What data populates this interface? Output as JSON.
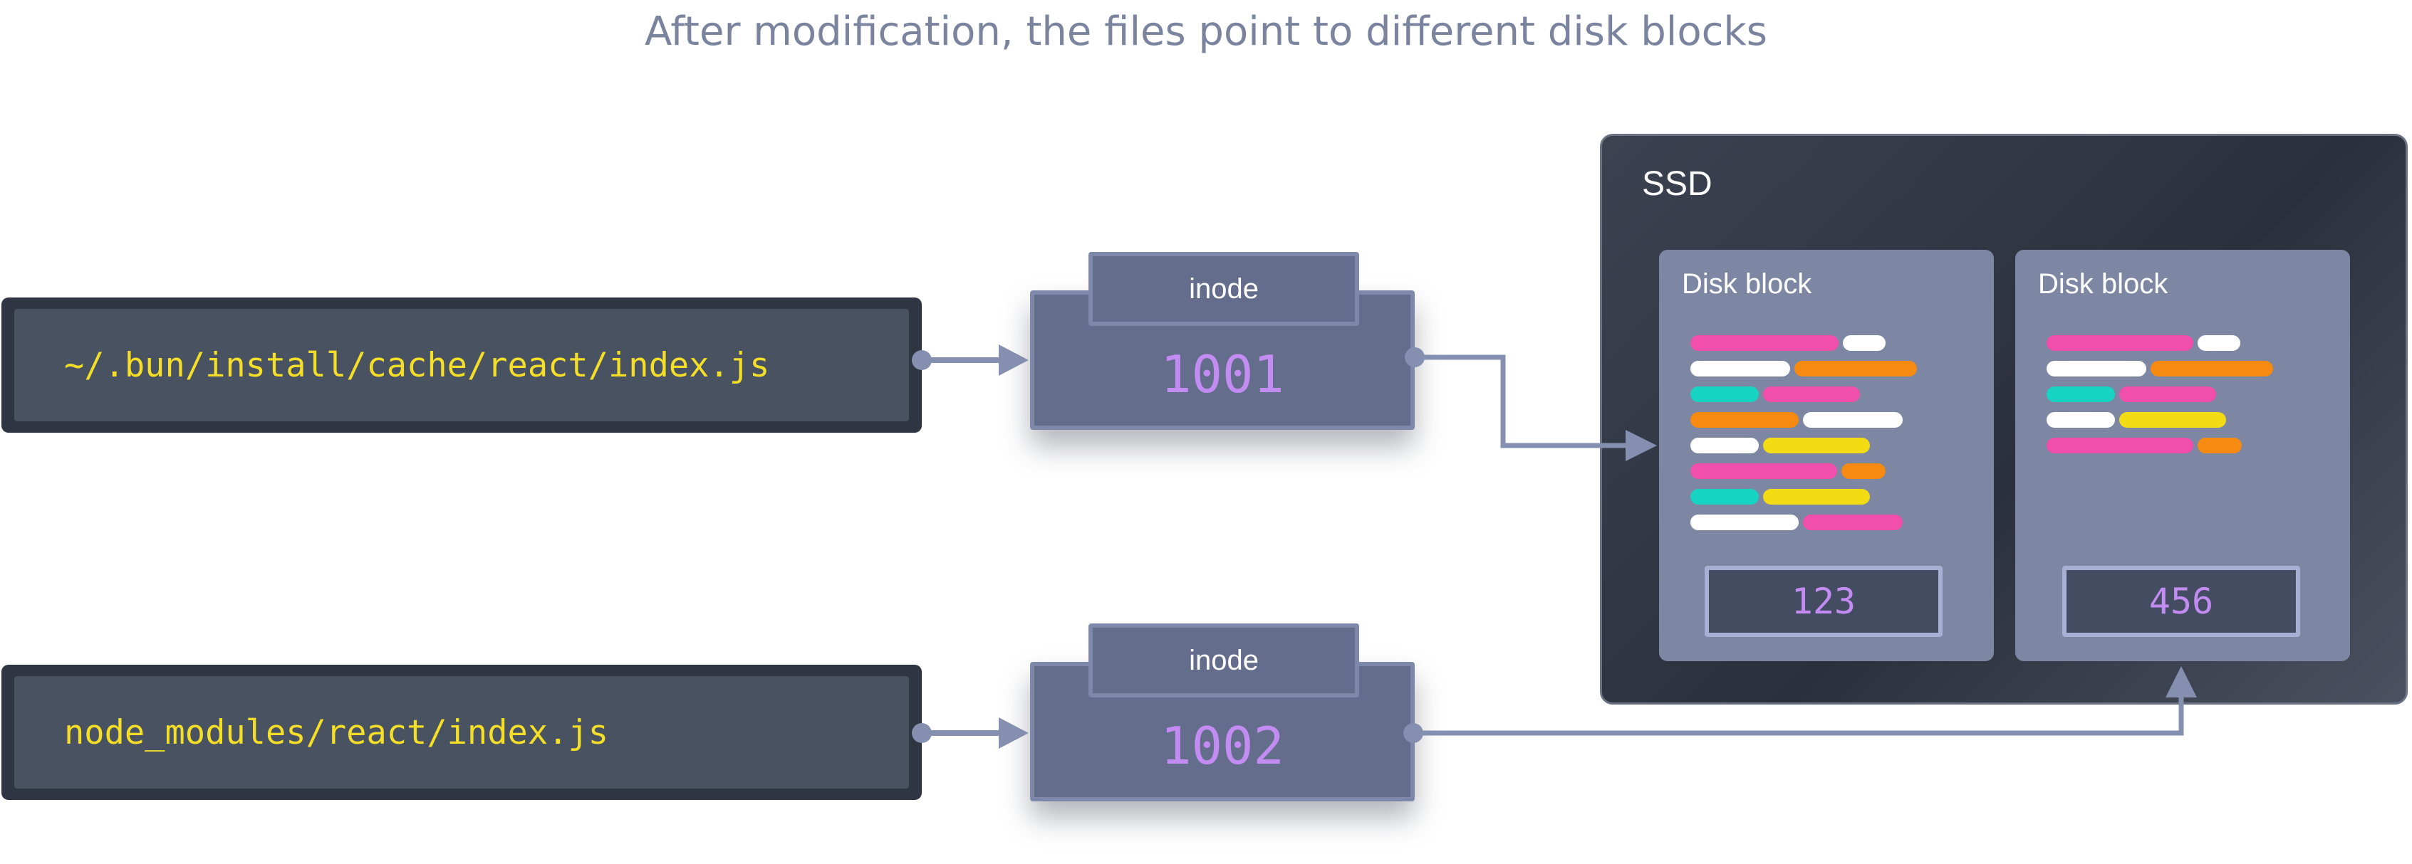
{
  "title": "After modification, the files point to different disk blocks",
  "files": [
    {
      "path": "~/.bun/install/cache/react/index.js"
    },
    {
      "path": "node_modules/react/index.js"
    }
  ],
  "inodes": [
    {
      "label": "inode",
      "number": "1001"
    },
    {
      "label": "inode",
      "number": "1002"
    }
  ],
  "ssd": {
    "label": "SSD",
    "blocks": [
      {
        "label": "Disk block",
        "id": "123"
      },
      {
        "label": "Disk block",
        "id": "456"
      }
    ]
  },
  "colors": {
    "pink": "#f24fad",
    "white": "#ffffff",
    "orange": "#f78a10",
    "teal": "#17d4c2",
    "yellow": "#f4dc14",
    "path_text": "#f4de28",
    "inode_number": "#c38cf2",
    "arrow": "#8590b0"
  }
}
